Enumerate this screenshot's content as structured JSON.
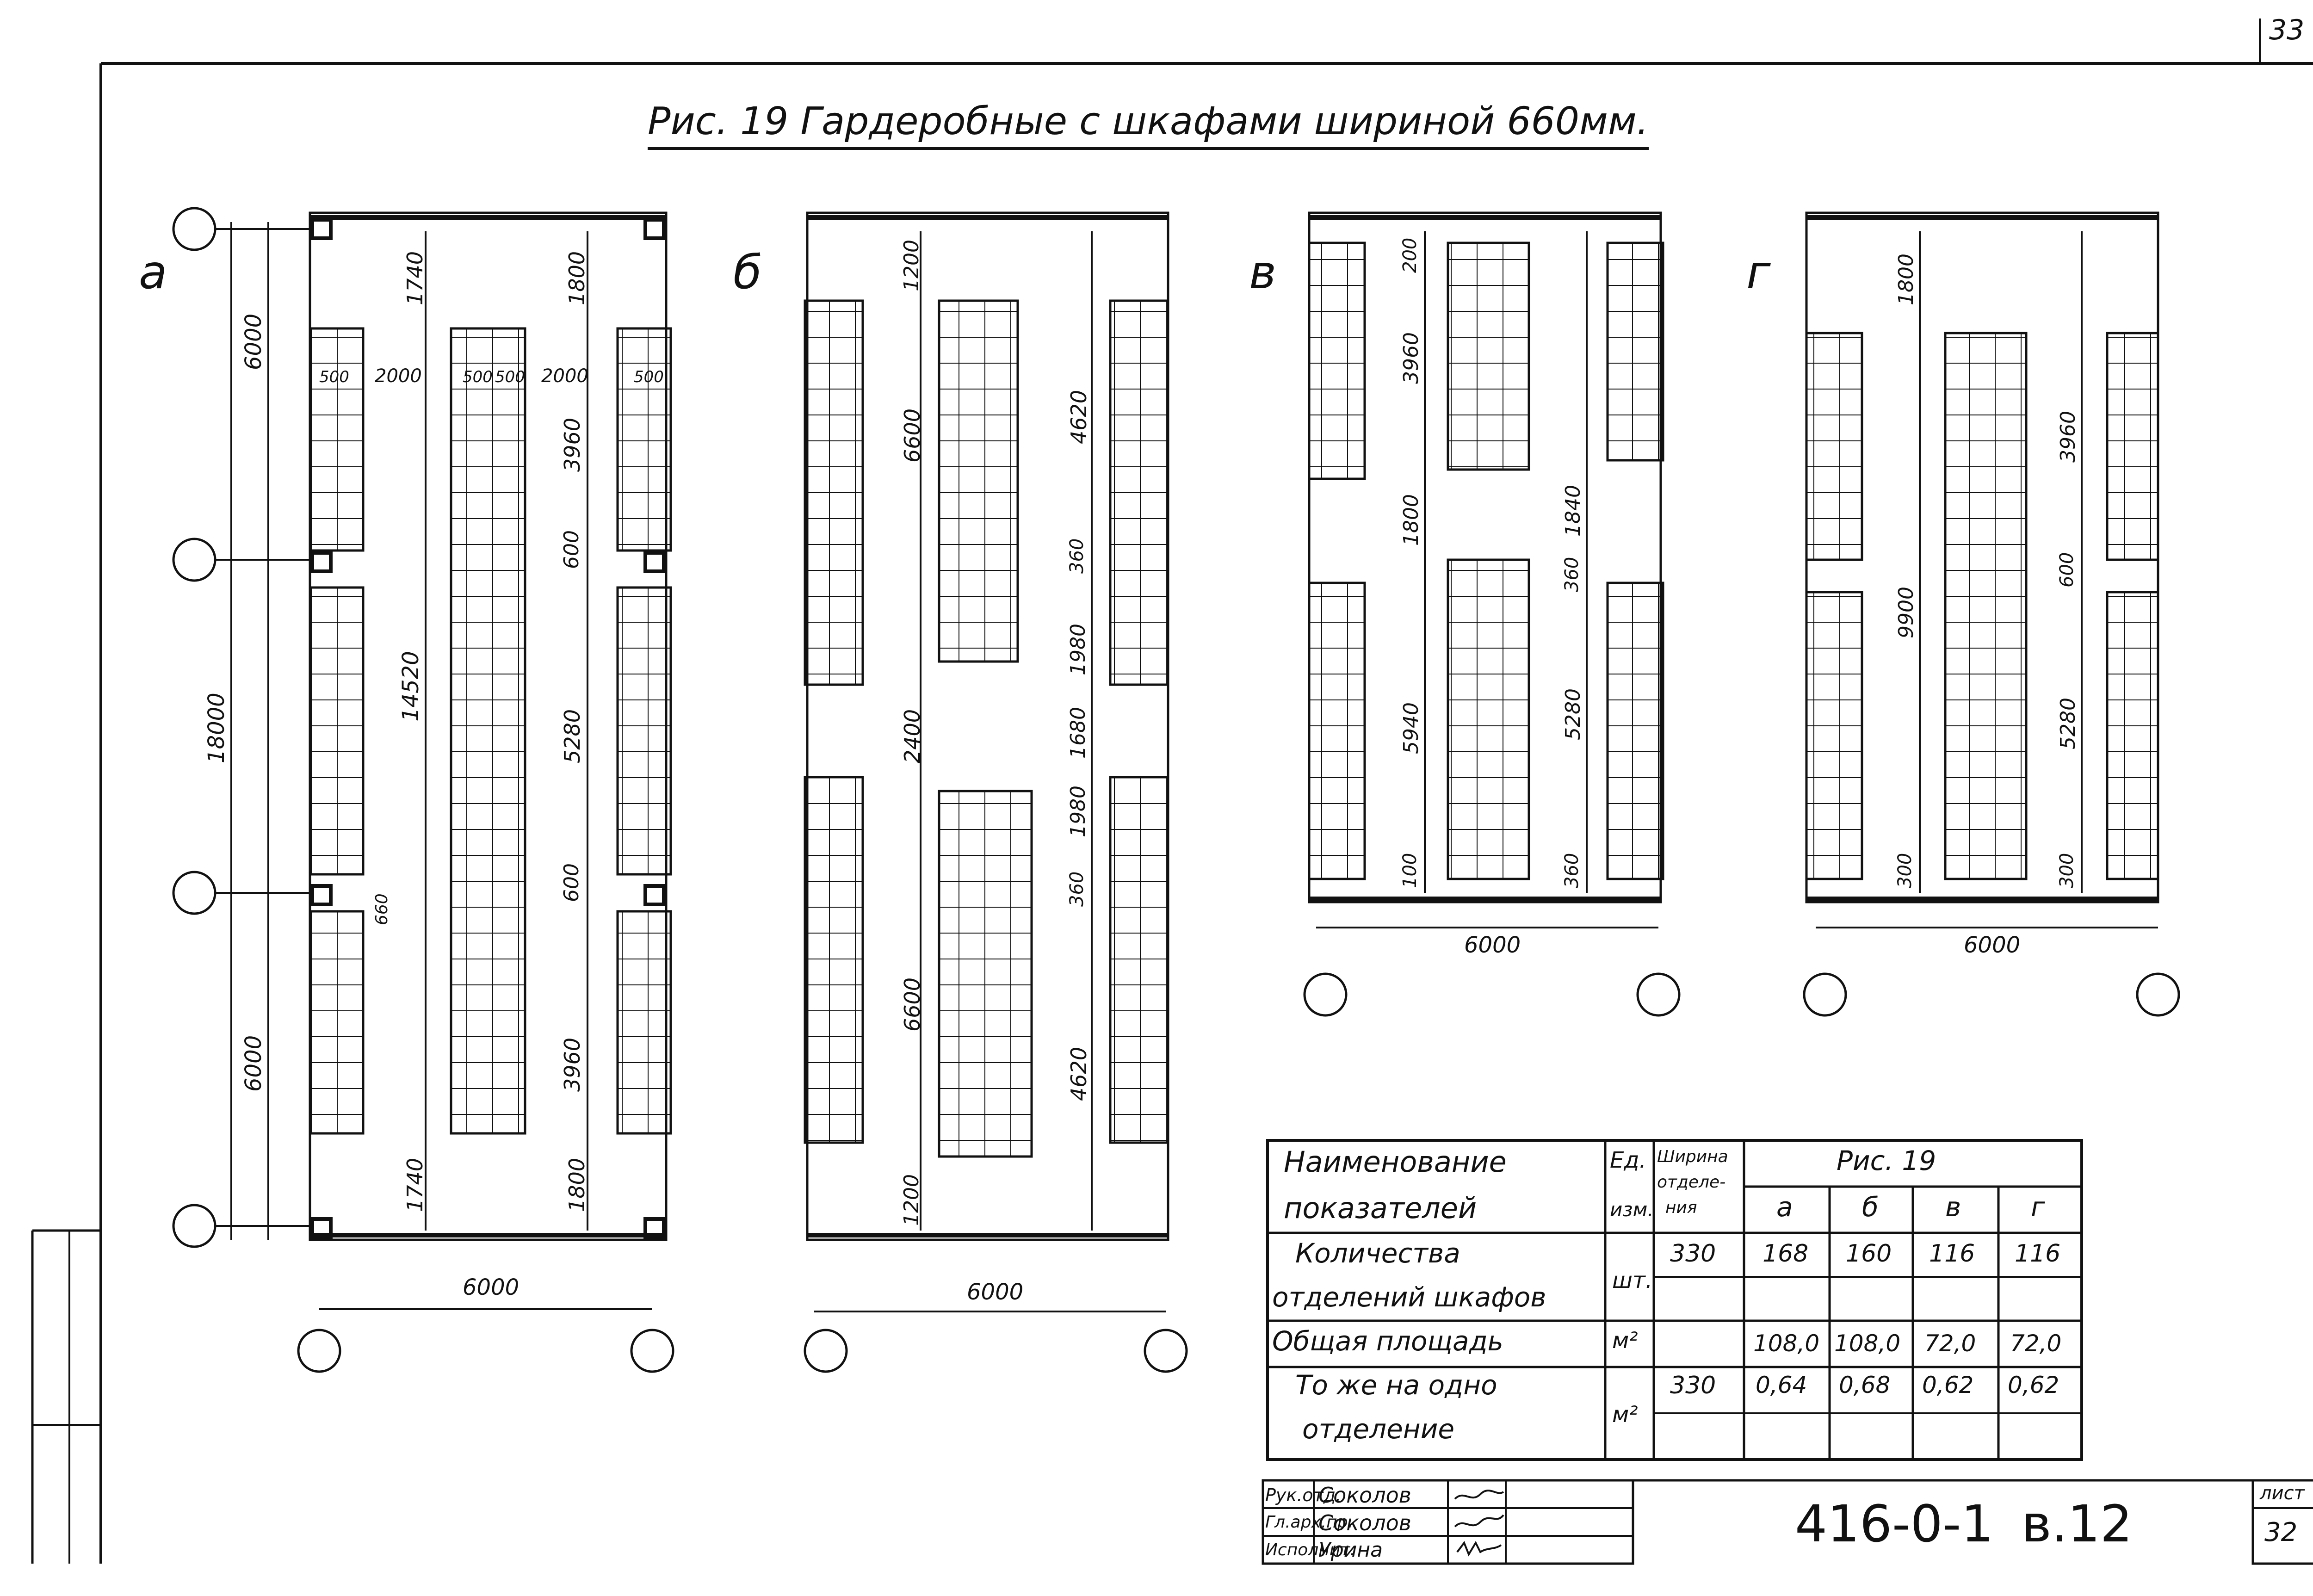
{
  "page_number_top": "33",
  "title": "Рис. 19  Гардеробные  с  шкафами  шириной  660мм.",
  "panels": {
    "a": {
      "letter": "а",
      "dims": [
        "6000",
        "18000",
        "6000",
        "1740",
        "1800",
        "14520",
        "3960",
        "600",
        "5280",
        "600",
        "3960",
        "1740",
        "1800",
        "660",
        "500",
        "2000",
        "500",
        "500",
        "2000",
        "500",
        "6000"
      ]
    },
    "b": {
      "letter": "б",
      "dims": [
        "1200",
        "6600",
        "4620",
        "360",
        "1980",
        "1680",
        "2400",
        "1980",
        "360",
        "6600",
        "4620",
        "1200",
        "6000"
      ]
    },
    "v": {
      "letter": "в",
      "dims": [
        "200",
        "3960",
        "1800",
        "1840",
        "360",
        "5940",
        "5280",
        "100",
        "360",
        "6000"
      ]
    },
    "g": {
      "letter": "г",
      "dims": [
        "1800",
        "3960",
        "600",
        "9900",
        "5280",
        "300",
        "300",
        "6000"
      ]
    }
  },
  "table": {
    "col_name_1": "Наименование",
    "col_name_2": "показателей",
    "col_unit_1": "Ед.",
    "col_unit_2": "изм.",
    "col_width_1": "Ширина",
    "col_width_2": "отделе-",
    "col_width_3": "ния",
    "group_header": "Рис. 19",
    "variants": [
      "а",
      "б",
      "в",
      "г"
    ],
    "rows": [
      {
        "name_1": "Количества",
        "name_2": "отделений шкафов",
        "unit": "шт.",
        "width": "330",
        "values": [
          "168",
          "160",
          "116",
          "116"
        ]
      },
      {
        "name_1": "Общая площадь",
        "name_2": "",
        "unit": "м²",
        "width": "",
        "values": [
          "108,0",
          "108,0",
          "72,0",
          "72,0"
        ]
      },
      {
        "name_1": "То же на одно",
        "name_2": "отделение",
        "unit": "м²",
        "width": "330",
        "values": [
          "0,64",
          "0,68",
          "0,62",
          "0,62"
        ]
      }
    ]
  },
  "stamp": {
    "roles": [
      "Рук.отд.",
      "Гл.арх.пр.",
      "Исполнит."
    ],
    "names": [
      "Соколов",
      "Соколов",
      "Урина"
    ],
    "code": "416-0-1",
    "album": "в.12",
    "sheet_label": "лист",
    "sheet_number": "32"
  }
}
